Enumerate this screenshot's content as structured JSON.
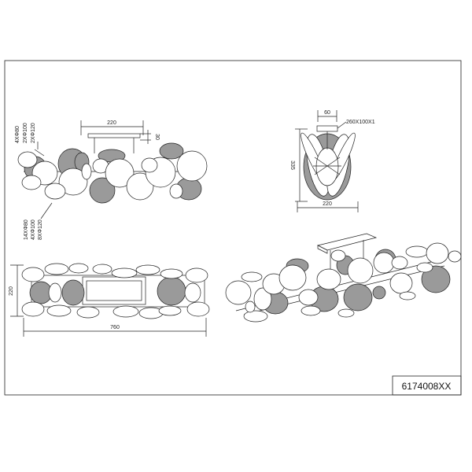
{
  "product_code": "6174008XX",
  "front_view": {
    "width_dim": "220",
    "height_dim": "30",
    "top_spec": [
      "4XΦ80",
      "2XΦ100",
      "2XΦ120"
    ],
    "bottom_spec": [
      "14XΦ80",
      "4XΦ100",
      "8XΦ120"
    ]
  },
  "side_view": {
    "top_dim": "60",
    "canopy_dim": "260X100X1",
    "height_dim": "335",
    "width_dim": "220"
  },
  "plan_view": {
    "height_dim": "220",
    "length_dim": "760"
  }
}
